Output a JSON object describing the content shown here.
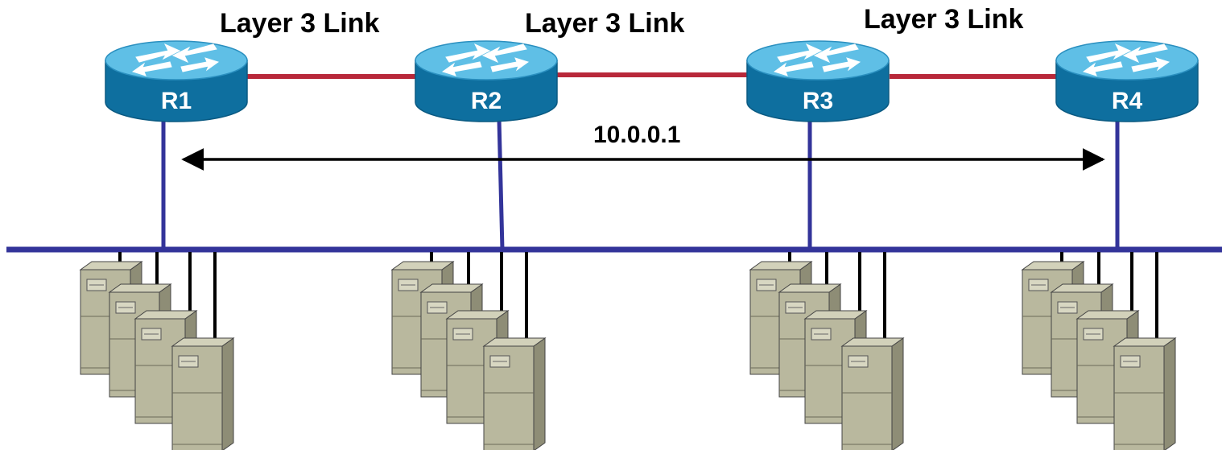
{
  "link_labels": [
    "Layer 3 Link",
    "Layer 3 Link",
    "Layer 3 Link"
  ],
  "routers": [
    {
      "name": "R1"
    },
    {
      "name": "R2"
    },
    {
      "name": "R3"
    },
    {
      "name": "R4"
    }
  ],
  "address_label": "10.0.0.1",
  "colors": {
    "router_link": "#b8283a",
    "lan": "#33349a",
    "router_top": "#5fbfe6",
    "router_side": "#0e6f9f",
    "server_face": "#b9b89e",
    "server_side": "#8e8d76"
  },
  "icons": {
    "router": "router-icon",
    "server": "server-icon",
    "arrow": "double-arrow-icon"
  },
  "server_groups": 4,
  "servers_per_group": 4
}
